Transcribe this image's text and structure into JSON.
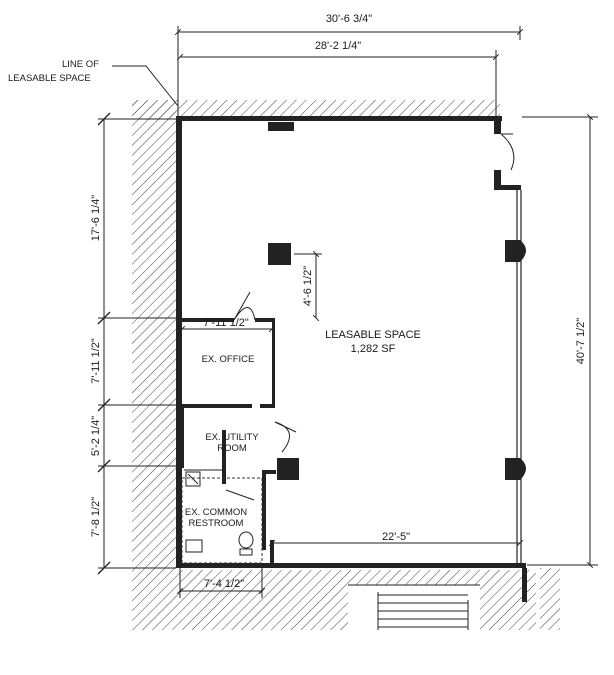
{
  "callout": {
    "line1": "LINE OF",
    "line2": "LEASABLE SPACE"
  },
  "dimensions": {
    "top_overall": "30'-6 3/4\"",
    "top_inner": "28'-2 1/4\"",
    "left_1": "17'-6 1/4\"",
    "left_2": "7'-11 1/2\"",
    "left_3": "5'-2 1/4\"",
    "left_4": "7'-8 1/2\"",
    "right_overall": "40'-7 1/2\"",
    "column_offset": "4'-6 1/2\"",
    "office_width": "7'-11 1/2\"",
    "restroom_width": "7'-4 1/2\"",
    "bottom_inner": "22'-5\""
  },
  "rooms": {
    "leasable_title": "LEASABLE SPACE",
    "leasable_area": "1,282 SF",
    "office": "EX. OFFICE",
    "utility_line1": "EX. UTILITY",
    "utility_line2": "ROOM",
    "restroom_line1": "EX. COMMON",
    "restroom_line2": "RESTROOM"
  }
}
